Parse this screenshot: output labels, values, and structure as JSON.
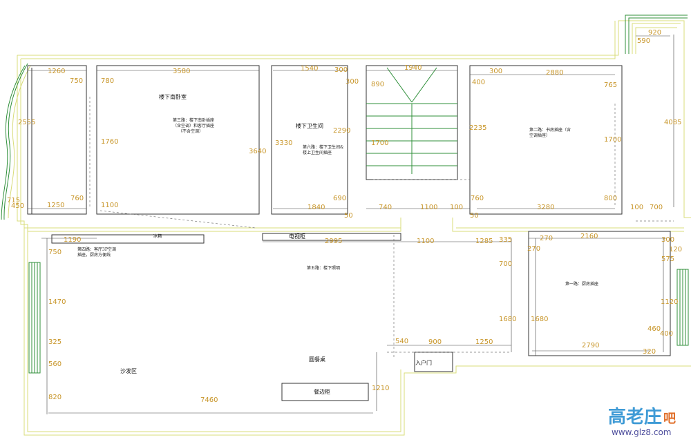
{
  "rooms": {
    "bedroom": "楼下南卧室",
    "bathroom": "楼下卫生间",
    "fridge": "冰箱",
    "wardrobe": "电视柜",
    "dining_table": "圆餐桌",
    "entrance": "入户门",
    "sofa": "沙发区",
    "sideboard": "餐边柜"
  },
  "notes": {
    "n3": [
      "第三路：楼下南卧插座",
      "（含空调）和客厅插座",
      "（不含空调）"
    ],
    "n6": [
      "第六路：楼下卫生间&",
      "楼上卫生间插座"
    ],
    "n2": [
      "第二路：书房插座（含",
      "空调插座）"
    ],
    "n4": [
      "第四路：客厅3P空调",
      "插座，厨房方便线"
    ],
    "n5": "第五路：楼下照明",
    "n1": "第一路：厨房插座"
  },
  "dims": {
    "d1260": "1260",
    "d3580": "3580",
    "d1540": "1540",
    "d300a": "300",
    "d300b": "300",
    "d1940": "1940",
    "d300c": "300",
    "d2880": "2880",
    "d920": "920",
    "d590": "590",
    "d750a": "750",
    "d780": "780",
    "d2555": "2555",
    "d1760": "1760",
    "d3640": "3640",
    "d3330": "3330",
    "d2290": "2290",
    "d890": "890",
    "d1700a": "1700",
    "d400": "400",
    "d2235": "2235",
    "d765": "765",
    "d1700b": "1700",
    "d4085": "4085",
    "d715": "715",
    "d450": "450",
    "d1250a": "1250",
    "d760a": "760",
    "d1100a": "1100",
    "d1840": "1840",
    "d690": "690",
    "d50a": "50",
    "d740": "740",
    "d1100b": "1100",
    "d100a": "100",
    "d50b": "50",
    "d760b": "760",
    "d3280": "3280",
    "d800": "800",
    "d100b": "100",
    "d700a": "700",
    "d1190": "1190",
    "d2995": "2995",
    "d1100c": "1100",
    "d1285": "1285",
    "d335": "335",
    "d2160": "2160",
    "d270a": "270",
    "d270b": "270",
    "d300d": "300",
    "d120": "120",
    "d750b": "750",
    "d700b": "700",
    "d575": "575",
    "d1470": "1470",
    "d1680a": "1680",
    "d1680b": "1680",
    "d1120": "1120",
    "d325": "325",
    "d460": "460",
    "d400b": "400",
    "d540": "540",
    "d900": "900",
    "d1250b": "1250",
    "d2790": "2790",
    "d320": "320",
    "d560": "560",
    "d1210": "1210",
    "d820": "820",
    "d7460": "7460"
  },
  "watermark": {
    "brand": "高老庄",
    "suffix": "吧",
    "url": "www.glz8.com"
  }
}
